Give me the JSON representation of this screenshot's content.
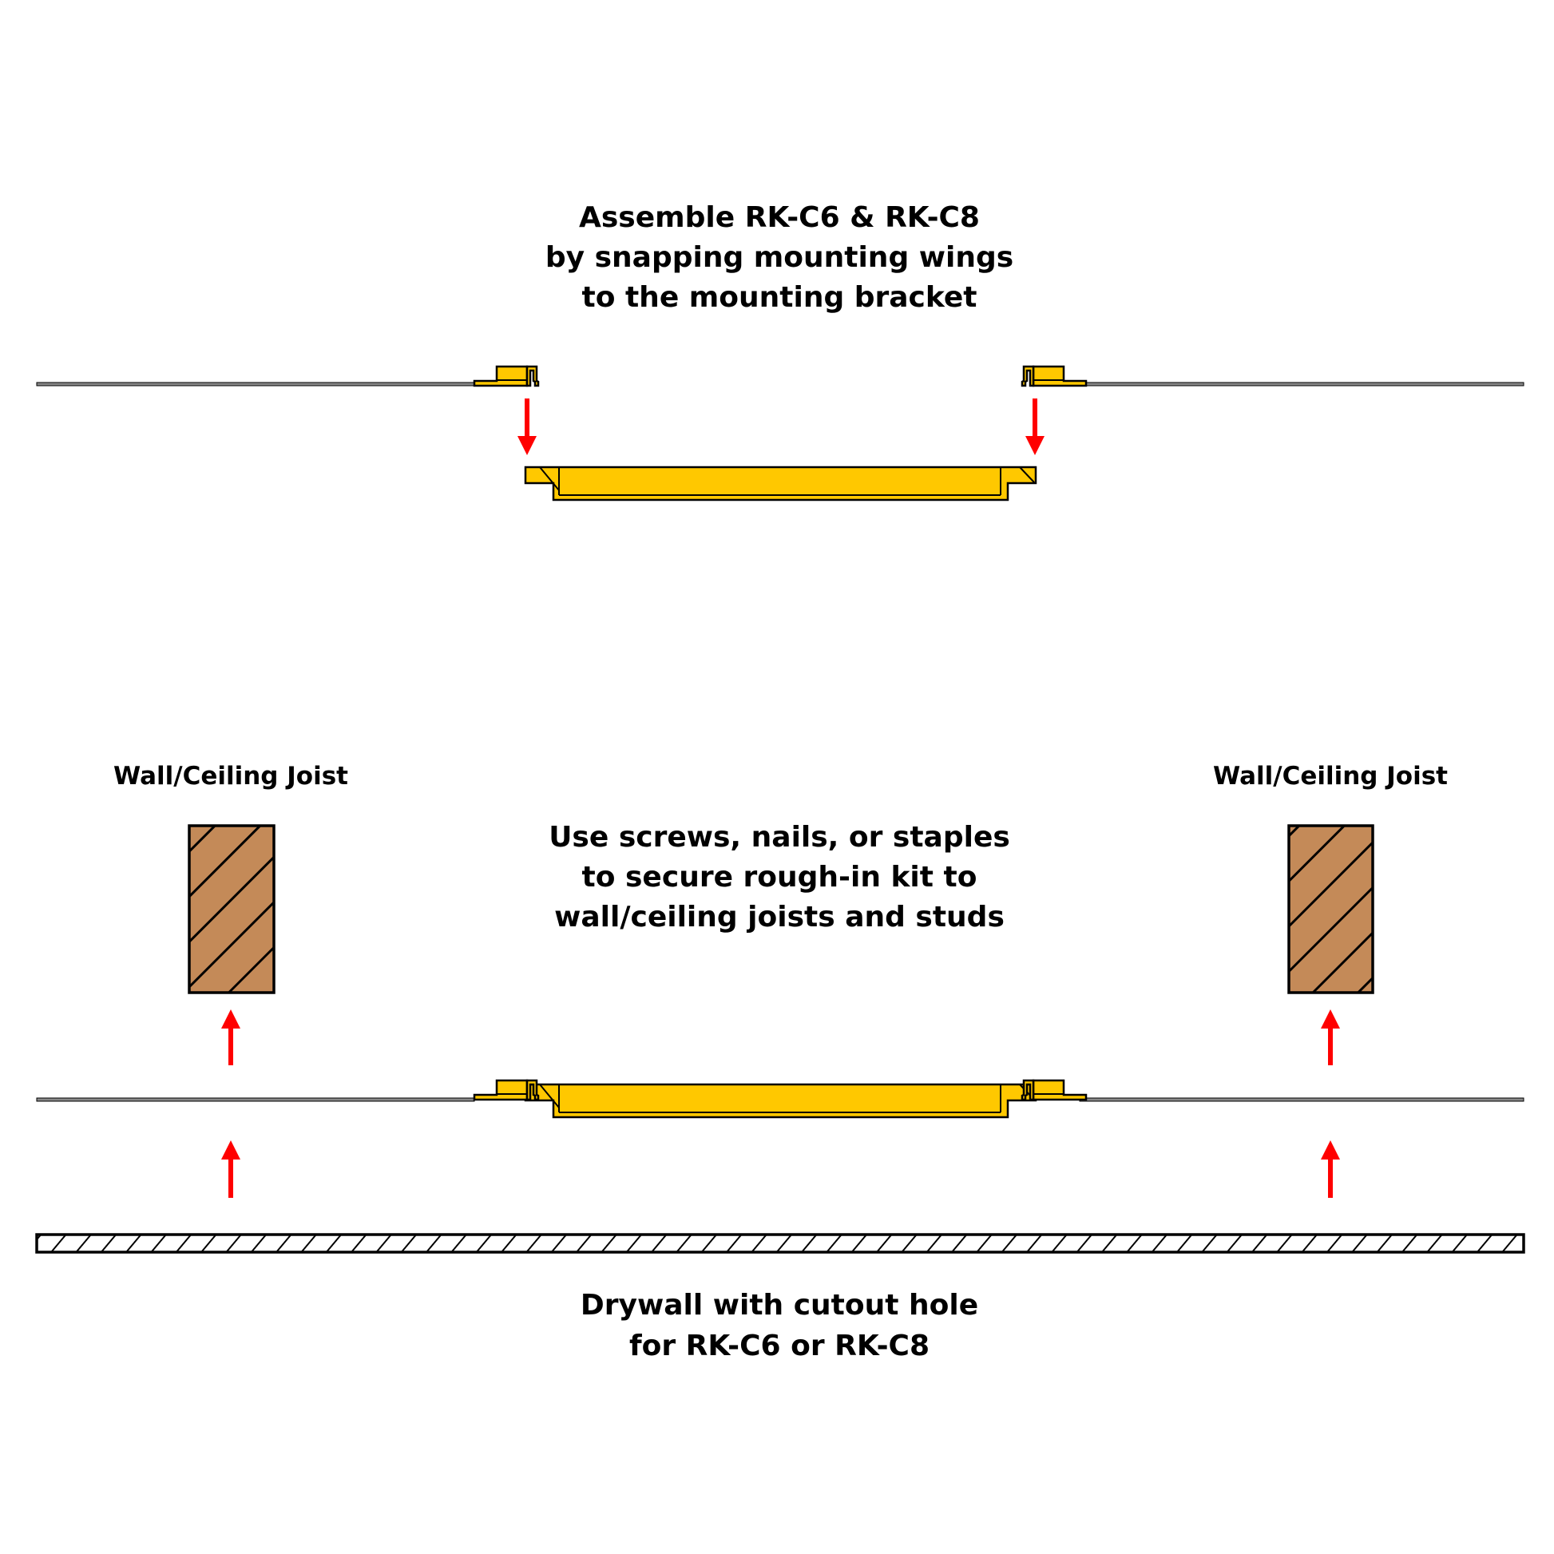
{
  "step1": {
    "lines": [
      "Assemble RK-C6 & RK-C8",
      "by snapping mounting wings",
      "to the mounting bracket"
    ]
  },
  "step2": {
    "joist_label_left": "Wall/Ceiling Joist",
    "joist_label_right": "Wall/Ceiling Joist",
    "lines": [
      "Use screws, nails, or staples",
      "to secure rough-in kit to",
      "wall/ceiling joists and studs"
    ]
  },
  "step3": {
    "lines": [
      "Drywall with cutout hole",
      "for RK-C6 or RK-C8"
    ]
  },
  "colors": {
    "part": "#ffc800",
    "wood": "#c48a58",
    "arrow": "#ff0000",
    "line": "#000000"
  }
}
